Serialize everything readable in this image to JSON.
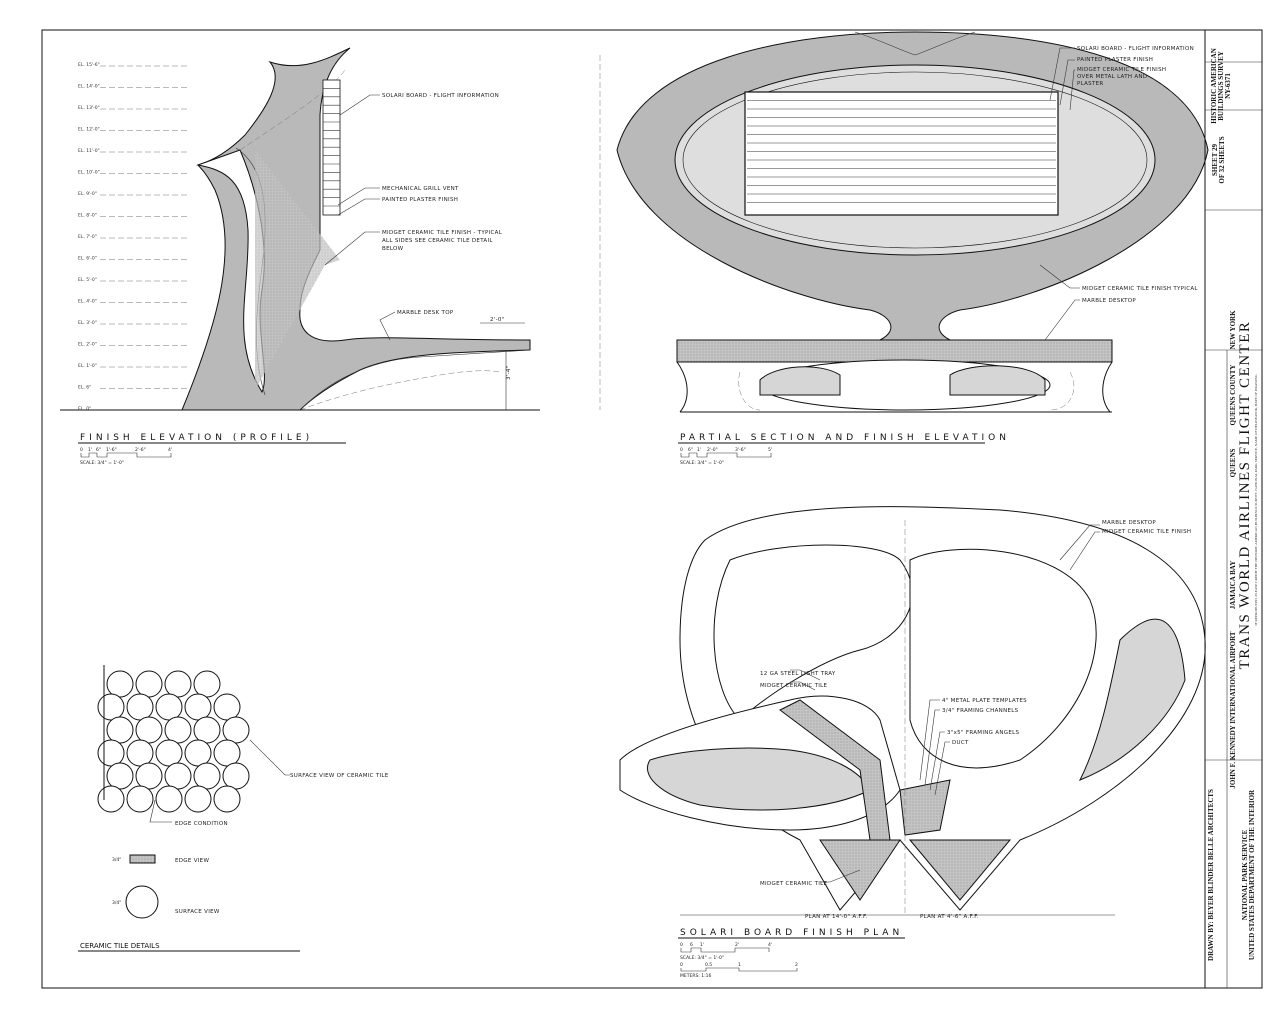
{
  "sheet": {
    "title_block": {
      "project_title": "TRANS WORLD AIRLINES FLIGHT CENTER",
      "location_line": [
        "JOHN F. KENNEDY INTERNATIONAL AIRPORT",
        "JAMAICA BAY",
        "QUEENS",
        "QUEENS COUNTY",
        "NEW YORK"
      ],
      "fine_print": "IF REPRODUCED, PLEASE CREDIT THE HISTORIC AMERICAN BUILDINGS SURVEY, NATIONAL PARK SERVICE, NAME OF DELINEATOR, DATE OF DRAWING",
      "drawn_by": "DRAWN BY: BEYER BLINDER BELLE ARCHITECTS",
      "agency_1": "NATIONAL PARK SERVICE",
      "agency_2": "UNITED STATES DEPARTMENT OF THE INTERIOR",
      "sheet_number": "SHEET 29",
      "sheet_total": "OF 32 SHEETS",
      "survey_1": "HISTORIC AMERICAN",
      "survey_2": "BUILDINGS SURVEY",
      "survey_number": "NY-6371"
    },
    "finish_elevation": {
      "title": "FINISH ELEVATION (PROFILE)",
      "scale_ticks": [
        "0",
        "1'",
        "6\"",
        "1'-6\"",
        "2'-6\"",
        "4'"
      ],
      "scale_note": "SCALE: 3/4\" = 1'-0\"",
      "elevation_marks": [
        "EL. 15'-6\"",
        "EL. 14'-0\"",
        "EL. 13'-0\"",
        "EL. 12'-0\"",
        "EL. 11'-0\"",
        "EL. 10'-0\"",
        "EL. 9'-0\"",
        "EL. 8'-0\"",
        "EL. 7'-0\"",
        "EL. 6'-0\"",
        "EL. 5'-0\"",
        "EL. 4'-0\"",
        "EL. 3'-0\"",
        "EL. 2'-0\"",
        "EL. 1'-0\"",
        "EL. 6\"",
        "EL. 0\""
      ],
      "callouts": [
        "SOLARI BOARD - FLIGHT INFORMATION",
        "MECHANICAL GRILL VENT",
        "PAINTED PLASTER FINISH",
        "MIDGET CERAMIC TILE FINISH - TYPICAL",
        "ALL SIDES SEE CERAMIC TILE DETAIL",
        "BELOW",
        "MARBLE DESK TOP"
      ],
      "dimensions": [
        "2'-0\"",
        "3'-4\""
      ]
    },
    "partial_section": {
      "title": "PARTIAL SECTION AND FINISH ELEVATION",
      "scale_ticks": [
        "0",
        "6\"",
        "1'",
        "2'-0\"",
        "3'-6\"",
        "5'"
      ],
      "scale_note": "SCALE: 3/4\" = 1'-0\"",
      "callouts": [
        "SOLARI BOARD - FLIGHT INFORMATION",
        "PAINTED PLASTER FINISH",
        "MIDGET CERAMIC TILE FINISH",
        "OVER METAL LATH AND",
        "PLASTER",
        "MIDGET CERAMIC TILE FINISH TYPICAL",
        "MARBLE DESKTOP"
      ]
    },
    "ceramic_tile_details": {
      "title": "CERAMIC TILE DETAILS",
      "callouts": [
        "SURFACE VIEW OF CERAMIC TILE",
        "EDGE CONDITION",
        "EDGE VIEW",
        "SURFACE VIEW"
      ],
      "dimensions": [
        "3/4\"",
        "3/4\""
      ]
    },
    "solari_plan": {
      "title": "SOLARI BOARD FINISH PLAN",
      "scale_ticks": [
        "0",
        "6",
        "1'",
        "2'",
        "4'"
      ],
      "scale_note": "SCALE: 3/4\" = 1'-0\"",
      "metric_ticks": [
        "0",
        "0.5",
        "1",
        "2"
      ],
      "metric_note": "METERS: 1:16",
      "callouts": [
        "MARBLE DESKTOP",
        "MIDGET CERAMIC TILE FINISH",
        "12 GA STEEL LIGHT TRAY",
        "MIDGET CERAMIC TILE",
        "4\" METAL PLATE TEMPLATES",
        "3/4\" FRAMING CHANNELS",
        "3\"x5\" FRAMING ANGELS",
        "DUCT",
        "MIDGET CERAMIC TILE"
      ],
      "cut_labels": [
        "PLAN AT 14'-0\" A.F.F.",
        "PLAN AT 4'-6\" A.F.F."
      ]
    }
  }
}
